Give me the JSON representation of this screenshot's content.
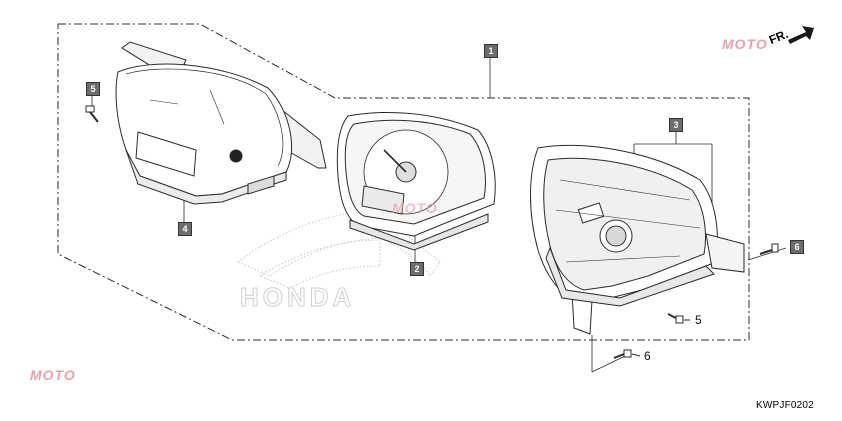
{
  "diagram_code": "KWPJF0202",
  "orientation_label": "FR.",
  "watermark_text": "MOTO",
  "brand_mark_text": "HONDA",
  "callouts": {
    "assembly": "1",
    "meter_panel": "2",
    "meter_case": "3",
    "lens_cover": "4",
    "screw_left": "5",
    "screw_right_box": "6",
    "screw_case": "5",
    "screw_bottom": "6"
  },
  "colors": {
    "line": "#2b2b2b",
    "tag_fill": "#6d6d6d",
    "watermark": "#e6a3ae",
    "arrow": "#1a1a1a"
  }
}
